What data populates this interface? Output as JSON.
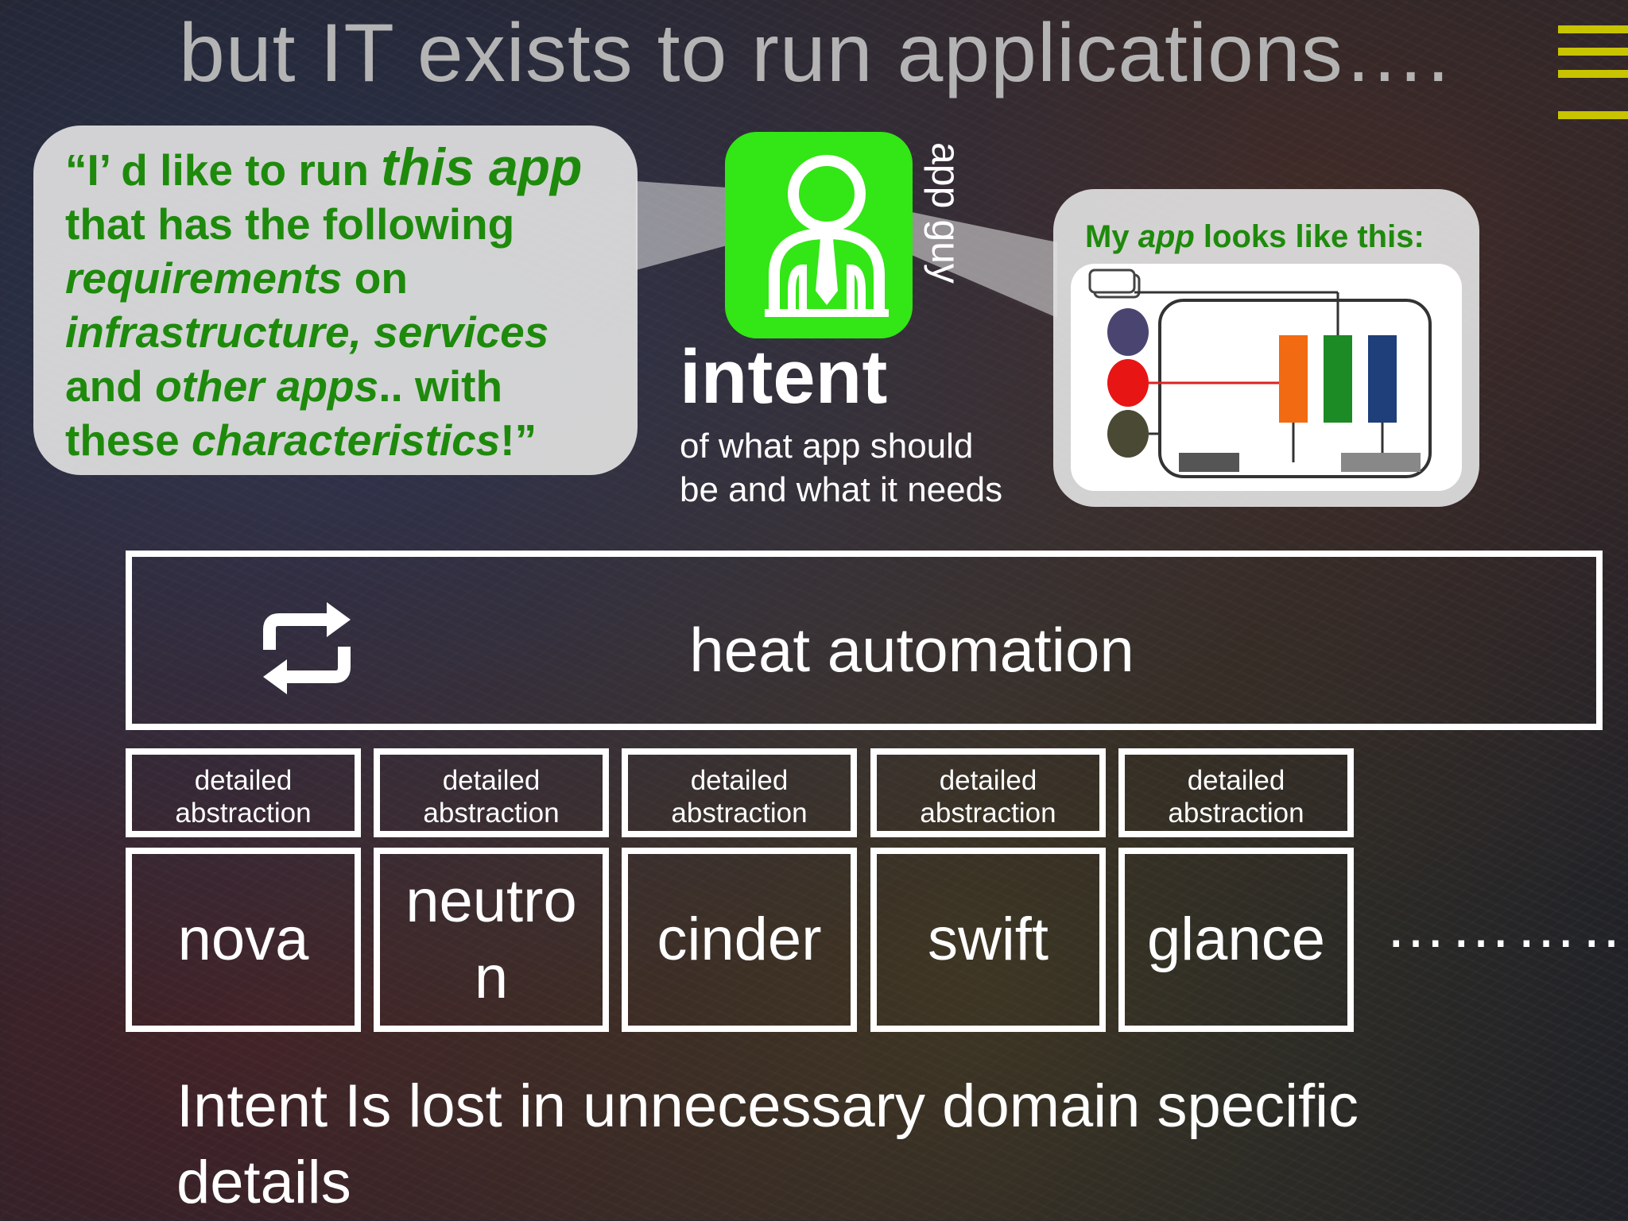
{
  "title": "but IT exists to run applications….",
  "quote": {
    "l1a": "“I’ d like to run ",
    "l1b": "this app",
    "l2": "that has the following",
    "l3a": "requirements",
    "l3b": " on",
    "l4": "infrastructure, services",
    "l5a": "and ",
    "l5b": "other apps",
    "l5c": ".. with",
    "l6a": "these ",
    "l6b": "characteristics",
    "l6c": "!”"
  },
  "app_guy_label": "app guy",
  "intent": {
    "label": "intent",
    "desc_line1": "of what app should",
    "desc_line2": "be and what it needs"
  },
  "diagram": {
    "caption_pre": "My ",
    "caption_em": "app",
    "caption_post": " looks like this:"
  },
  "heat": {
    "label": "heat automation",
    "icon": "refresh-icon"
  },
  "abstraction": {
    "line1": "detailed",
    "line2": "abstraction",
    "count": 5
  },
  "services": [
    "nova",
    "neutro\nn",
    "cinder",
    "swift",
    "glance"
  ],
  "ellipsis": "…………",
  "conclusion": "Intent Is lost in unnecessary domain specific details",
  "colors": {
    "accent_green": "#1e8a0c",
    "icon_green": "#33e615",
    "title_gray": "#b4b4b4",
    "bar_yellow": "#c8c400"
  }
}
